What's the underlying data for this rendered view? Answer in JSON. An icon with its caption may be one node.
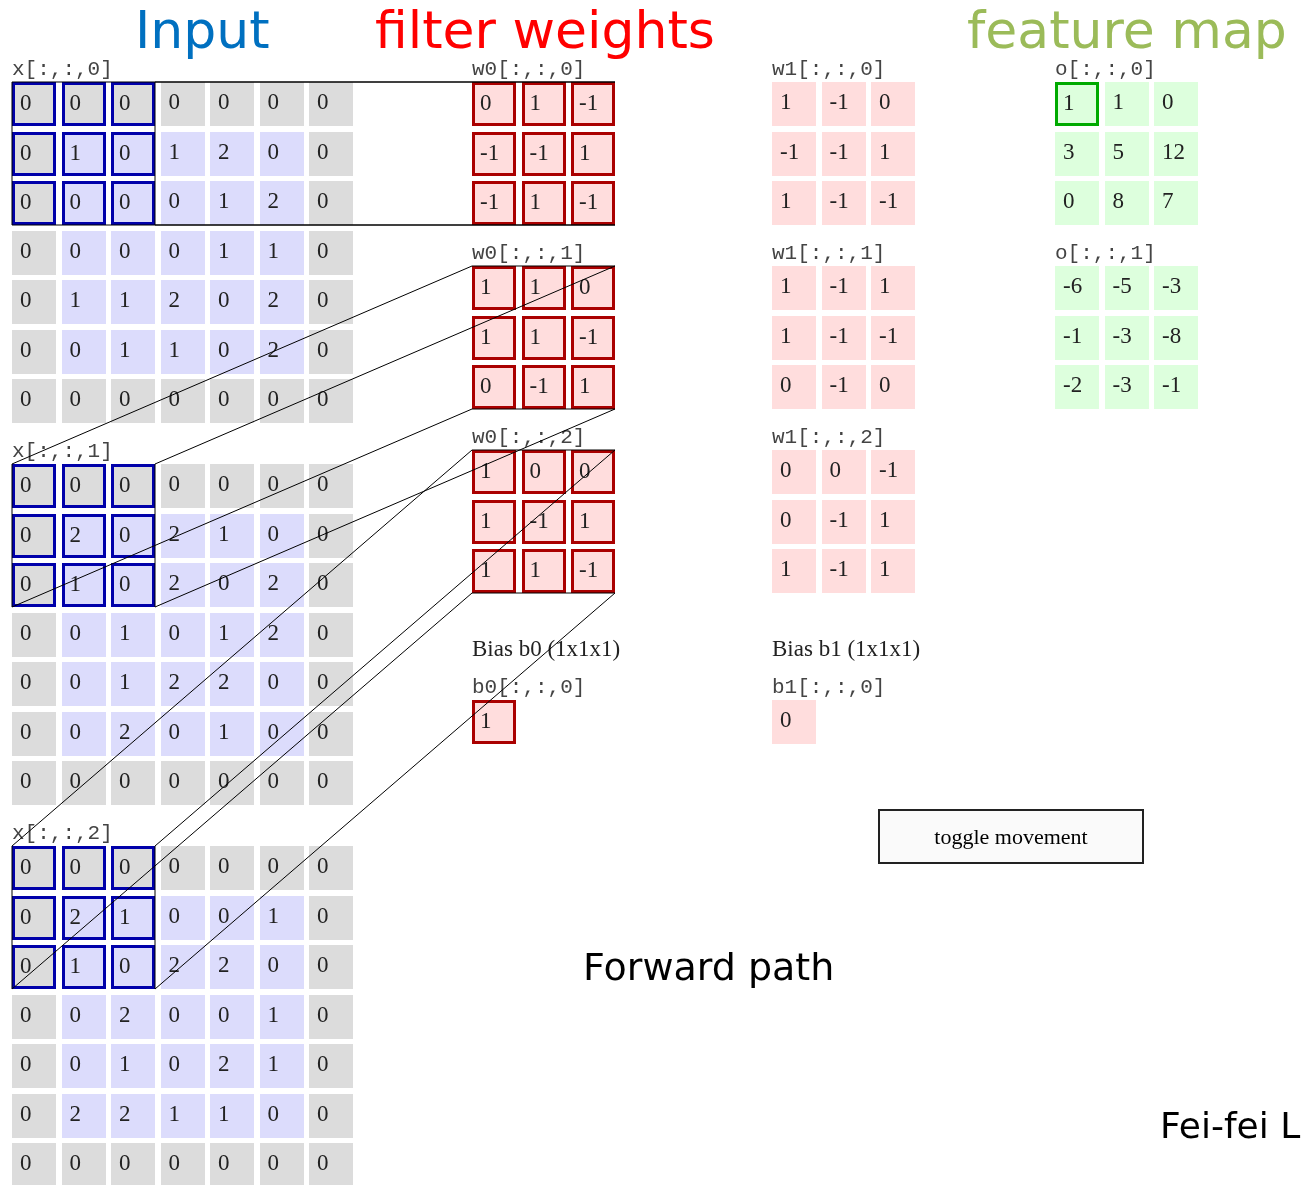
{
  "diagram": {
    "caption": "Forward path",
    "nodes": [
      {
        "text": [
          "x[:,:,0]",
          "0",
          "0",
          "0",
          "0",
          "0",
          "0",
          "0",
          "0",
          "1",
          "0",
          "1",
          "2",
          "0",
          "0",
          "0",
          "0",
          "0",
          "0",
          "1",
          "2",
          "0",
          "0",
          "0",
          "0",
          "0",
          "1",
          "1",
          "0",
          "0",
          "1",
          "1",
          "2",
          "0",
          "2",
          "0",
          "0",
          "0",
          "1",
          "1",
          "0",
          "2",
          "0",
          "0",
          "0",
          "0",
          "0",
          "0",
          "0",
          "0"
        ]
      },
      {
        "text": [
          "x[:,:,1]",
          "0",
          "0",
          "0",
          "0",
          "0",
          "0",
          "0",
          "0",
          "2",
          "0",
          "2",
          "1",
          "0",
          "0",
          "0",
          "1",
          "0",
          "2",
          "0",
          "2",
          "0",
          "0",
          "0",
          "1",
          "0",
          "1",
          "2",
          "0",
          "0",
          "0",
          "1",
          "2",
          "2",
          "0",
          "0",
          "0",
          "0",
          "2",
          "0",
          "1",
          "0",
          "0",
          "0",
          "0",
          "0",
          "0",
          "0",
          "0",
          "0"
        ]
      },
      {
        "text": [
          "x[:,:,2]",
          "0",
          "0",
          "0",
          "0",
          "0",
          "0",
          "0",
          "0",
          "2",
          "1",
          "0",
          "0",
          "1",
          "0",
          "0",
          "1",
          "0",
          "2",
          "2",
          "0",
          "0",
          "0",
          "0",
          "2",
          "0",
          "0",
          "1",
          "0",
          "0",
          "0",
          "1",
          "0",
          "2",
          "1",
          "0",
          "0",
          "2",
          "2",
          "1",
          "1",
          "0",
          "0",
          "0",
          "0",
          "0",
          "0",
          "0",
          "0",
          "0"
        ]
      },
      {
        "text": [
          "w0[:,:,0]",
          "0",
          "1",
          "-1",
          "-1",
          "-1",
          "1",
          "-1",
          "1",
          "-1"
        ]
      },
      {
        "text": [
          "w0[:,:,1]",
          "1",
          "1",
          "0",
          "1",
          "1",
          "-1",
          "0",
          "-1",
          "1"
        ]
      },
      {
        "text": [
          "w0[:,:,2]",
          "1",
          "0",
          "0",
          "1",
          "-1",
          "1",
          "1",
          "1",
          "-1"
        ]
      },
      {
        "text": [
          "b0[:,:,0]",
          "1"
        ]
      },
      {
        "text": [
          "w1[:,:,0]",
          "1",
          "-1",
          "0",
          "-1",
          "-1",
          "1",
          "1",
          "-1",
          "-1"
        ]
      },
      {
        "text": [
          "w1[:,:,1]",
          "1",
          "-1",
          "1",
          "1",
          "-1",
          "-1",
          "0",
          "-1",
          "0"
        ]
      },
      {
        "text": [
          "w1[:,:,2]",
          "0",
          "0",
          "-1",
          "0",
          "-1",
          "1",
          "1",
          "-1",
          "1"
        ]
      },
      {
        "text": [
          "b1[:,:,0]",
          "0"
        ]
      },
      {
        "text": [
          "o[:,:,0]",
          "1",
          "1",
          "0",
          "3",
          "5",
          "12",
          "0",
          "8",
          "7"
        ]
      },
      {
        "text": [
          "o[:,:,1]",
          "-6",
          "-5",
          "-3",
          "-1",
          "-3",
          "-8",
          "-2",
          "-3",
          "-1"
        ]
      },
      {
        "text": [
          "toggle movement"
        ]
      }
    ],
    "edges": [
      {
        "from": 0,
        "to": 3,
        "arrow": "none"
      },
      {
        "from": 1,
        "to": 4,
        "arrow": "none"
      },
      {
        "from": 2,
        "to": 5,
        "arrow": "none"
      }
    ],
    "labels": [
      "Input",
      "filter weights",
      "feature map",
      "Bias b0 (1x1x1)",
      "Bias b1 (1x1x1)",
      "Fei-fei L"
    ]
  }
}
